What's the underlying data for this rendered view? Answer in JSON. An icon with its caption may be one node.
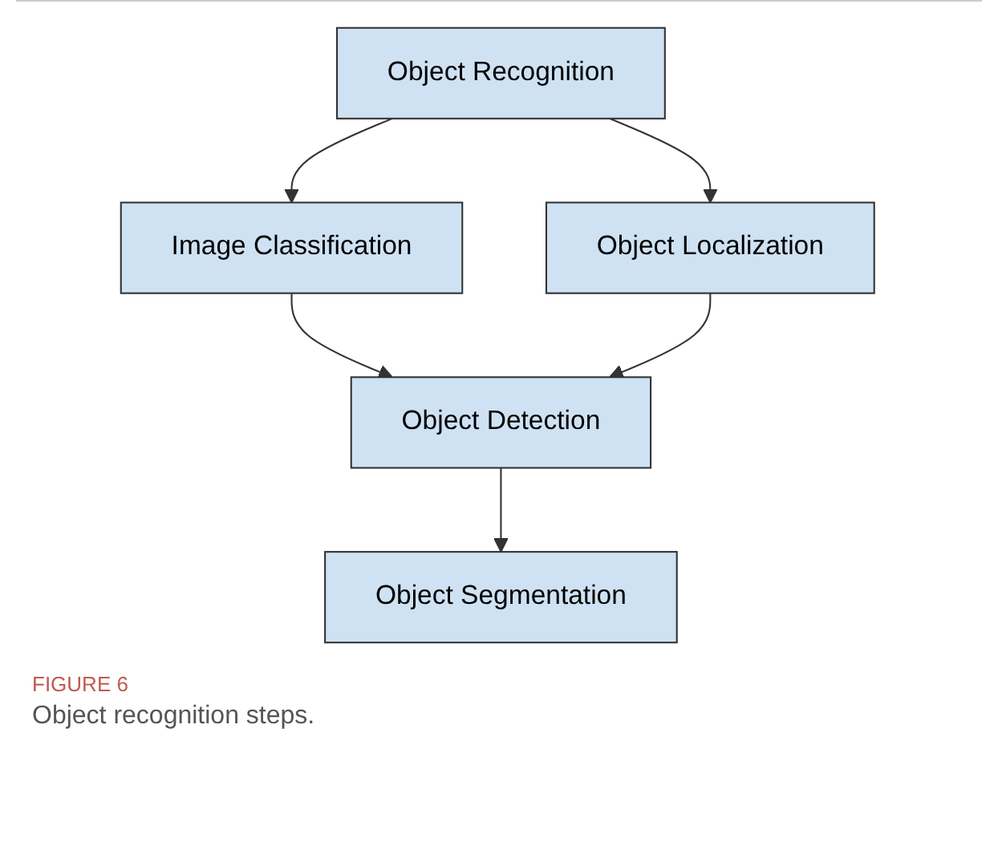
{
  "diagram": {
    "caption": "Object recognition steps.",
    "nodes": [
      {
        "text": [
          "Object Recognition"
        ]
      },
      {
        "text": [
          "Image Classification"
        ]
      },
      {
        "text": [
          "Object Localization"
        ]
      },
      {
        "text": [
          "Object Detection"
        ]
      },
      {
        "text": [
          "Object Segmentation"
        ]
      }
    ],
    "edges": [
      {
        "from": 0,
        "to": 1,
        "arrow": "to"
      },
      {
        "from": 0,
        "to": 2,
        "arrow": "to"
      },
      {
        "from": 1,
        "to": 3,
        "arrow": "to"
      },
      {
        "from": 2,
        "to": 3,
        "arrow": "to"
      },
      {
        "from": 3,
        "to": 4,
        "arrow": "to"
      }
    ],
    "labels": [
      "FIGURE 6"
    ]
  }
}
